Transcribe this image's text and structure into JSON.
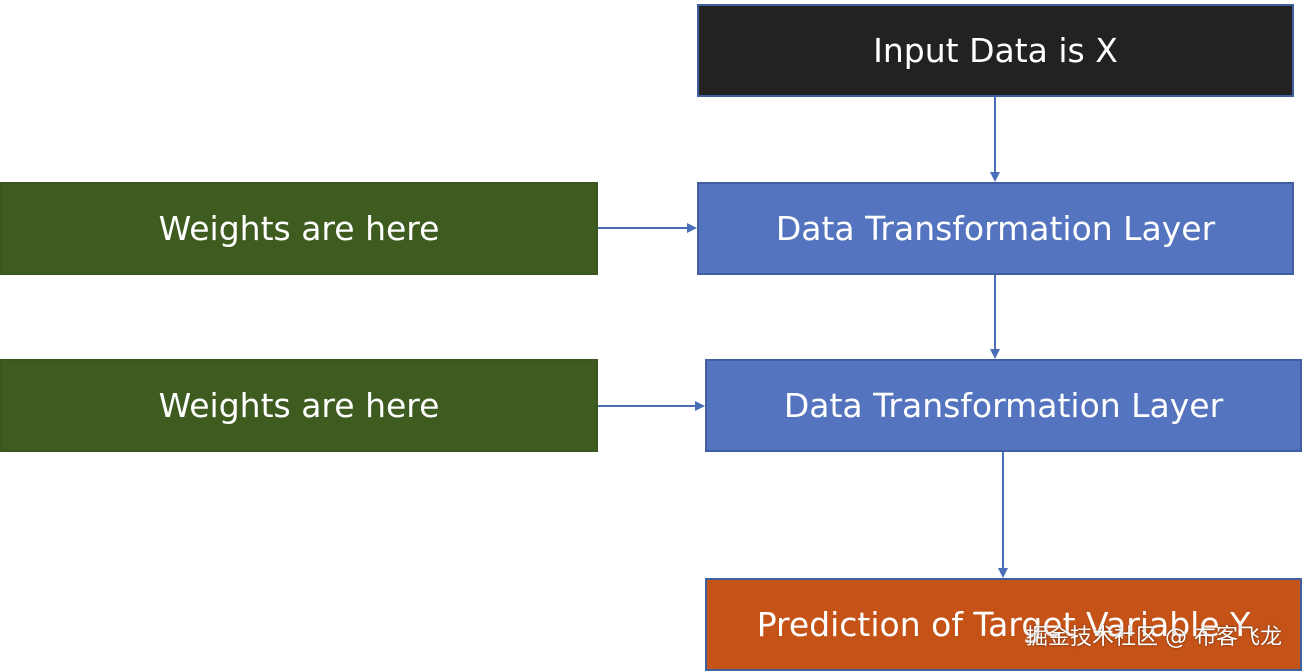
{
  "diagram": {
    "input": {
      "label": "Input Data is X"
    },
    "layers": [
      {
        "label": "Data Transformation Layer"
      },
      {
        "label": "Data Transformation Layer"
      }
    ],
    "weights": [
      {
        "label": "Weights are here"
      },
      {
        "label": "Weights are here"
      }
    ],
    "output": {
      "label": "Prediction of Target Variable Y"
    }
  },
  "watermark": {
    "text": "掘金技术社区 @ 布客飞龙"
  },
  "colors": {
    "input_fill": "#222222",
    "layer_fill": "#5474bf",
    "weights_fill": "#3e5c1f",
    "output_fill": "#c55318",
    "arrow": "#4a6db8"
  }
}
